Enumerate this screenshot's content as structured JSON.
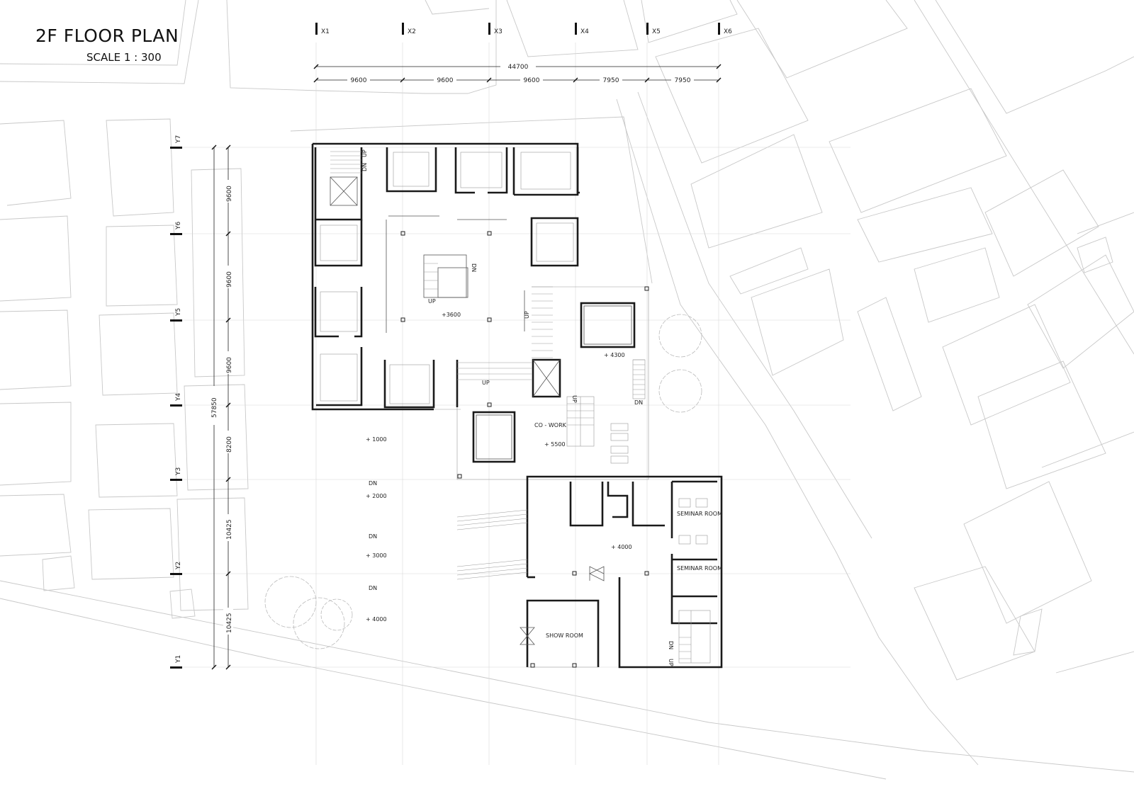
{
  "header": {
    "title": "2F FLOOR PLAN",
    "scale": "SCALE 1 : 300"
  },
  "axes": {
    "x": [
      "X1",
      "X2",
      "X3",
      "X4",
      "X5",
      "X6"
    ],
    "y": [
      "Y7",
      "Y6",
      "Y5",
      "Y4",
      "Y3",
      "Y2",
      "Y1"
    ]
  },
  "dimensions": {
    "top_total": "44700",
    "top_spans": [
      "9600",
      "9600",
      "9600",
      "7950",
      "7950"
    ],
    "left_total": "57850",
    "left_spans": [
      "9600",
      "9600",
      "9600",
      "8200",
      "10425",
      "10425"
    ]
  },
  "levels": {
    "l3600": "+3600",
    "l4300": "+ 4300",
    "l5500": "+ 5500",
    "l1000": "+ 1000",
    "l2000": "+ 2000",
    "l3000": "+ 3000",
    "l4000a": "+ 4000",
    "l4000b": "+ 4000"
  },
  "rooms": {
    "cowork": "CO - WORK",
    "seminar1": "SEMINAR ROOM",
    "seminar2": "SEMINAR ROOM",
    "showroom": "SHOW ROOM"
  },
  "stairs": {
    "up": "UP",
    "dn": "DN"
  }
}
